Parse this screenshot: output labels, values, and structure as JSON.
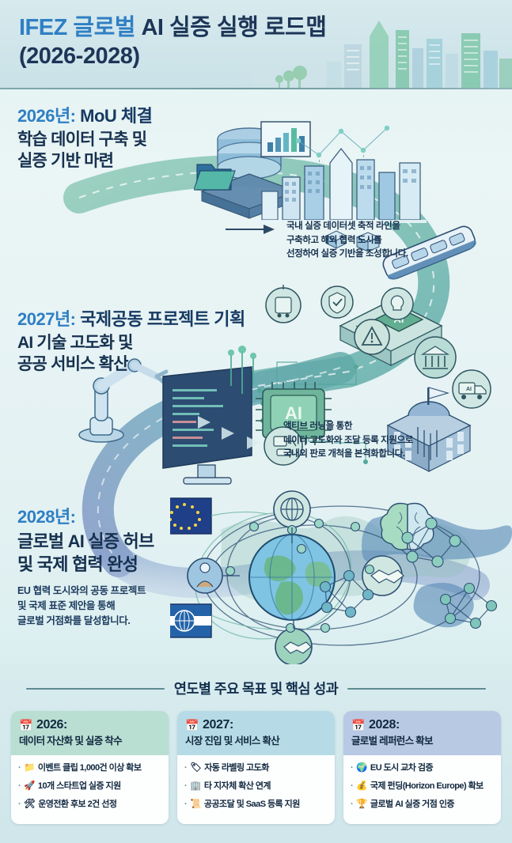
{
  "header": {
    "title_prefix": "IFEZ 글로벌 ",
    "title_mid": "AI 실증 실행 로드맵",
    "title_line2": "(2026-2028)",
    "accent_color": "#2f7fc4",
    "navy_color": "#1d3557",
    "skyline_icon": "city-skyline-icon"
  },
  "sections": [
    {
      "id": "2026",
      "year_label": "2026년: ",
      "year_emphasis": "MoU 체결",
      "headline_line1": "학습 데이터 구축 및",
      "headline_line2": "실증 기반 마련",
      "callout_line1": "국내 실증 데이터셋 축적 라인을",
      "callout_line2": "구축하고 해외 협력 도시를",
      "callout_line3": "선정하여 실증 기반을 조성합니다.",
      "illustration": "database-city-train-icon"
    },
    {
      "id": "2027",
      "year_label": "2027년: ",
      "year_emphasis": "국제공동 프로젝트 기획",
      "headline_line1": "AI 기술 고도화 및",
      "headline_line2": "공공 서비스 확산",
      "callout_line1": "액티브 러닝을 통한",
      "callout_line2": "데이터 고도화와 조달 등록 지원으로",
      "callout_line3": "국내외 판로 개척을 본격화합니다.",
      "illustration": "ai-chip-robot-arm-government-icon"
    },
    {
      "id": "2028",
      "year_label": "2028년:",
      "year_emphasis": "",
      "headline_line1": "글로벌 AI 실증 허브",
      "headline_line2": "및 국제 협력 완성",
      "sub_line1": "EU 협력 도시와의 공동 프로젝트",
      "sub_line2": "및 국제 표준 제안을 통해",
      "sub_line3": "글로벌 거점화를 달성합니다.",
      "illustration": "globe-network-world-map-icon"
    }
  ],
  "bottom": {
    "title": "연도별 주요 목표 및 핵심 성과",
    "rule_color": "#5e8a93",
    "cards": [
      {
        "calendar_icon": "📅",
        "year": "2026:",
        "subtitle": "데이터 자산화 및 실증 착수",
        "head_color": "#b9ded2",
        "bullets": [
          {
            "icon": "📁",
            "icon_name": "folder-icon",
            "text": "이벤트 클립 1,000건 이상 확보"
          },
          {
            "icon": "🚀",
            "icon_name": "rocket-icon",
            "text": "10개 스타트업 실증 지원"
          },
          {
            "icon": "🛠",
            "icon_name": "tools-icon",
            "text": "운영전환 후보 2건 선정"
          }
        ]
      },
      {
        "calendar_icon": "📅",
        "year": "2027:",
        "subtitle": "시장 진입 및 서비스 확산",
        "head_color": "#b6dbe6",
        "bullets": [
          {
            "icon": "🏷",
            "icon_name": "label-tag-icon",
            "text": "자동 라벨링 고도화"
          },
          {
            "icon": "🏢",
            "icon_name": "office-building-icon",
            "text": "타 지자체 확산 연계"
          },
          {
            "icon": "📜",
            "icon_name": "scroll-document-icon",
            "text": "공공조달 및 SaaS 등록 지원"
          }
        ]
      },
      {
        "calendar_icon": "📅",
        "year": "2028:",
        "subtitle": "글로벌 레퍼런스 확보",
        "head_color": "#b8c9e4",
        "bullets": [
          {
            "icon": "🌍",
            "icon_name": "globe-icon",
            "text": "EU 도시 교차 검증"
          },
          {
            "icon": "💰",
            "icon_name": "money-bag-icon",
            "text": "국제 펀딩(Horizon Europe) 확보"
          },
          {
            "icon": "🏆",
            "icon_name": "trophy-icon",
            "text": "글로벌 AI 실증 거점 인증"
          }
        ]
      }
    ]
  }
}
